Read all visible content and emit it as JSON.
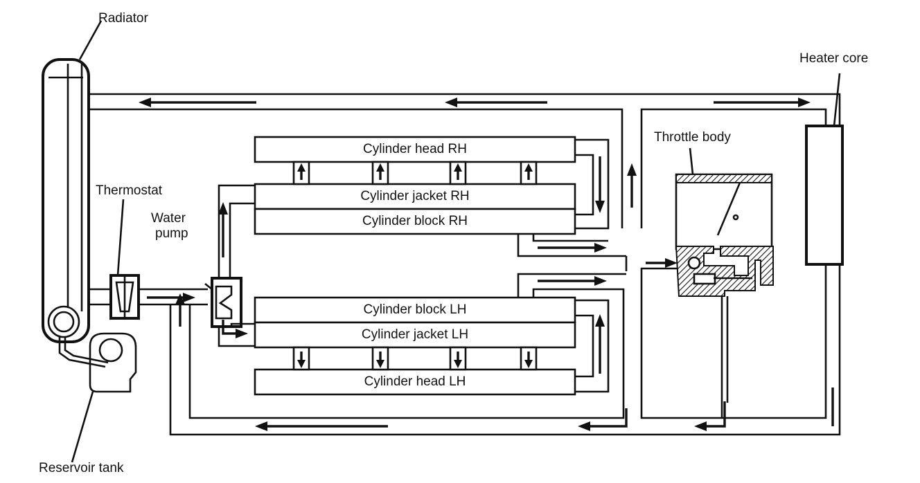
{
  "labels": {
    "radiator": "Radiator",
    "heater_core": "Heater core",
    "throttle_body": "Throttle body",
    "thermostat": "Thermostat",
    "water_pump_line1": "Water",
    "water_pump_line2": "pump",
    "reservoir_tank": "Reservoir tank"
  },
  "blocks": {
    "cyl_head_rh": "Cylinder head RH",
    "cyl_jacket_rh": "Cylinder jacket RH",
    "cyl_block_rh": "Cylinder block RH",
    "cyl_block_lh": "Cylinder block LH",
    "cyl_jacket_lh": "Cylinder jacket LH",
    "cyl_head_lh": "Cylinder head LH"
  }
}
